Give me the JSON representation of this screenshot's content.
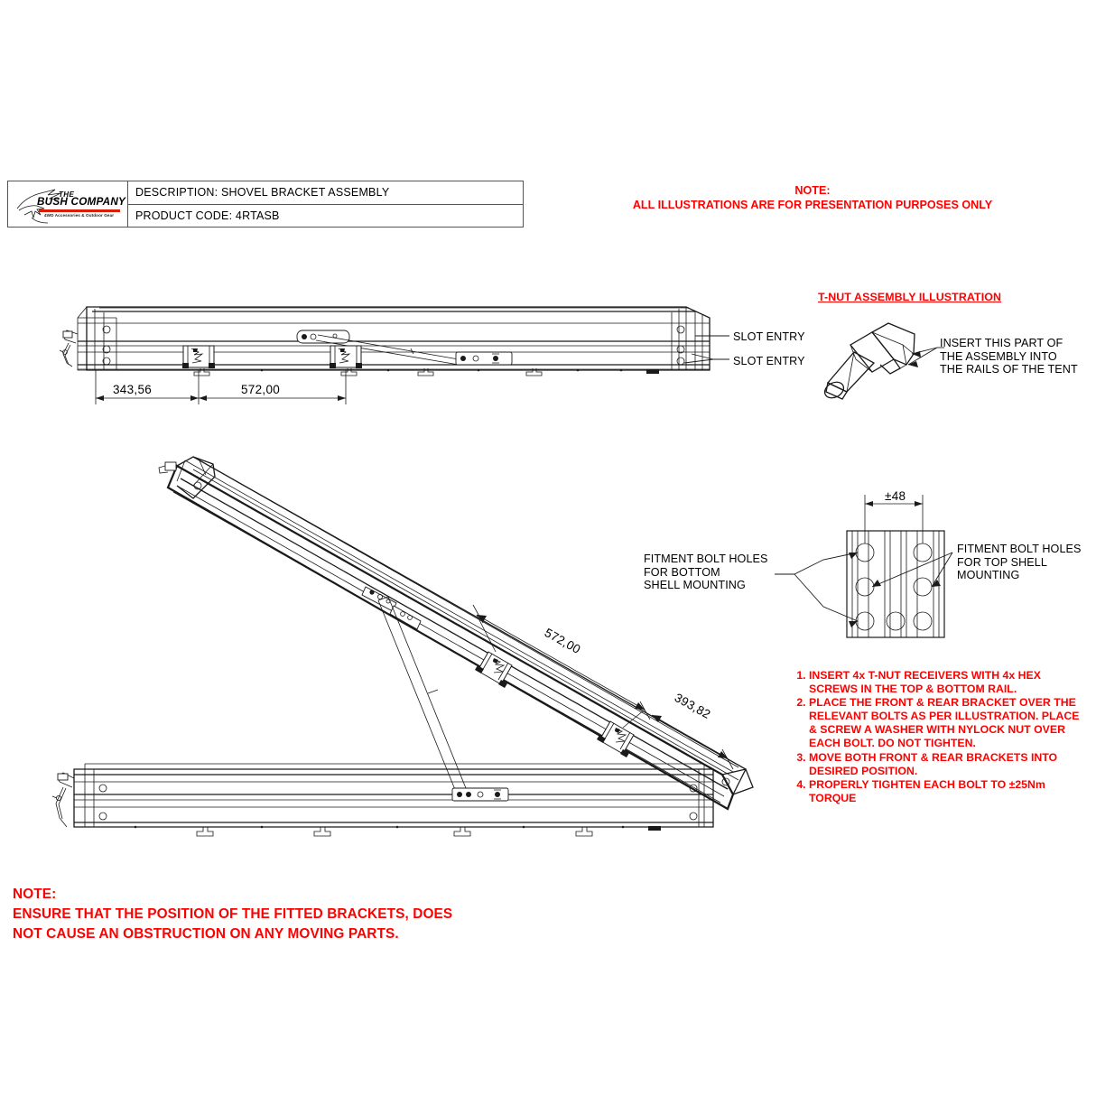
{
  "title_block": {
    "logo": {
      "the": "THE",
      "name": "BUSH COMPANY",
      "tagline": "4WD Accessories & Outdoor Gear"
    },
    "description_label": "DESCRIPTION: SHOVEL BRACKET ASSEMBLY",
    "product_code_label": "PRODUCT CODE: 4RTASB"
  },
  "notes": {
    "top": {
      "heading": "NOTE:",
      "body": "ALL ILLUSTRATIONS ARE FOR PRESENTATION PURPOSES ONLY"
    },
    "bottom": {
      "heading": "NOTE:",
      "line1": "ENSURE THAT THE POSITION OF THE FITTED BRACKETS, DOES",
      "line2": "NOT CAUSE AN OBSTRUCTION ON ANY MOVING PARTS."
    }
  },
  "tnut": {
    "heading": "T-NUT ASSEMBLY ILLUSTRATION",
    "callout": "INSERT THIS PART OF\nTHE ASSEMBLY INTO\nTHE RAILS OF THE TENT"
  },
  "top_view": {
    "slot_entry_1": "SLOT ENTRY",
    "slot_entry_2": "SLOT ENTRY",
    "dim_left": "343,56",
    "dim_right": "572,00"
  },
  "main_view": {
    "dim_upper": "572,00",
    "dim_lower": "393,82"
  },
  "bracket_detail": {
    "dim_width": "±48",
    "bottom_shell_label": "FITMENT BOLT HOLES\nFOR BOTTOM\nSHELL MOUNTING",
    "top_shell_label": "FITMENT BOLT HOLES\nFOR TOP SHELL\nMOUNTING"
  },
  "steps": [
    "INSERT 4x T-NUT RECEIVERS WITH 4x HEX SCREWS IN THE TOP & BOTTOM RAIL.",
    "PLACE THE FRONT & REAR BRACKET OVER THE RELEVANT BOLTS AS PER ILLUSTRATION. PLACE & SCREW A WASHER WITH NYLOCK NUT OVER EACH BOLT. DO NOT TIGHTEN.",
    "MOVE BOTH FRONT & REAR BRACKETS INTO DESIRED POSITION.",
    "PROPERLY TIGHTEN EACH BOLT TO ±25Nm TORQUE"
  ],
  "colors": {
    "note_red": "#ff0000",
    "logo_red": "#d81e05",
    "line_black": "#1a1a1a"
  }
}
